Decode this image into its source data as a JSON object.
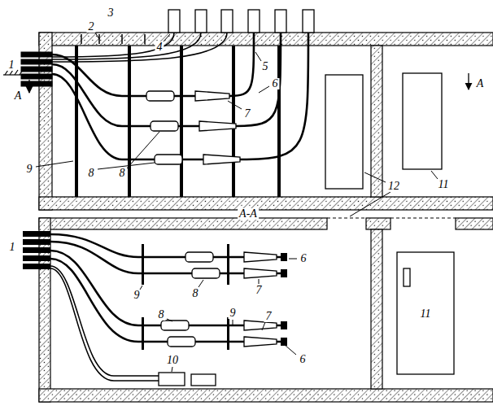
{
  "diagram": {
    "labels": [
      "1",
      "A",
      "2",
      "3",
      "4",
      "5",
      "6",
      "7",
      "9",
      "8",
      "8",
      "12",
      "11",
      "A",
      "A-A",
      "1",
      "9",
      "8",
      "7",
      "6",
      "8",
      "9",
      "7",
      "6",
      "10",
      "11"
    ]
  }
}
